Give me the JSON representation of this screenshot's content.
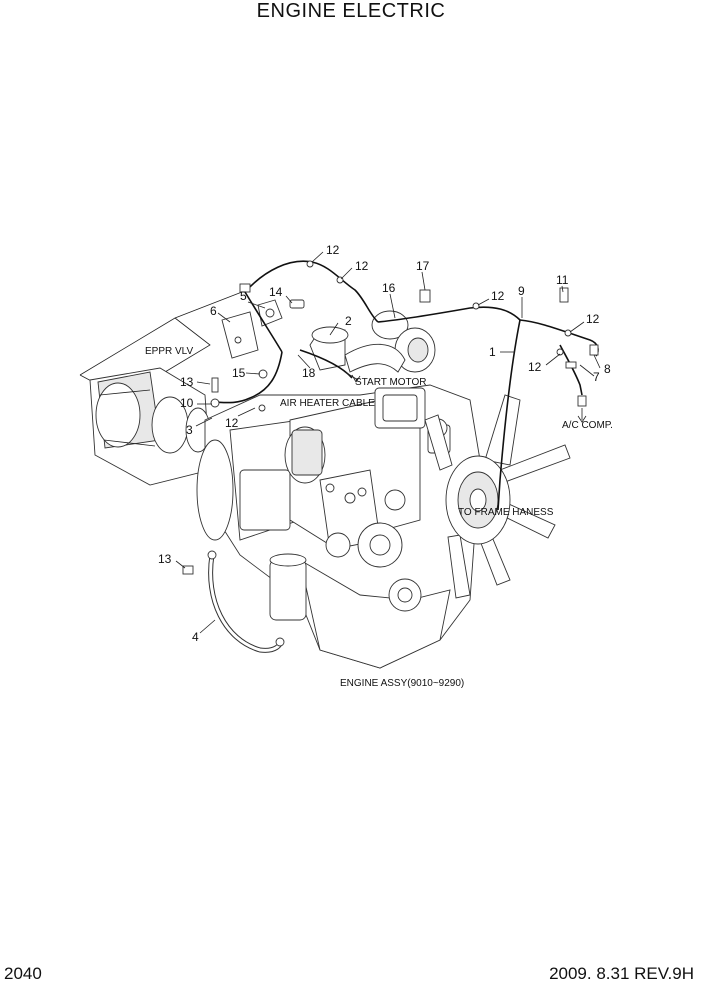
{
  "header": {
    "title": "ENGINE ELECTRIC"
  },
  "footer": {
    "page_number": "2040",
    "date_revision": "2009. 8.31  REV.9H"
  },
  "labels": {
    "eppr_vlv": "EPPR VLV",
    "start_motor": "START MOTOR",
    "air_heater_cable": "AIR HEATER CABLE",
    "ac_comp": "A/C COMP.",
    "to_frame_haness": "TO FRAME HANESS",
    "engine_assy": "ENGINE ASSY(9010~9290)"
  },
  "callouts": {
    "c1": "1",
    "c2": "2",
    "c3": "3",
    "c4": "4",
    "c5": "5",
    "c6": "6",
    "c7": "7",
    "c8": "8",
    "c9": "9",
    "c10": "10",
    "c11": "11",
    "c12a": "12",
    "c12b": "12",
    "c12c": "12",
    "c12d": "12",
    "c12e": "12",
    "c12f": "12",
    "c13a": "13",
    "c13b": "13",
    "c14": "14",
    "c15": "15",
    "c16": "16",
    "c17": "17",
    "c18": "18"
  }
}
